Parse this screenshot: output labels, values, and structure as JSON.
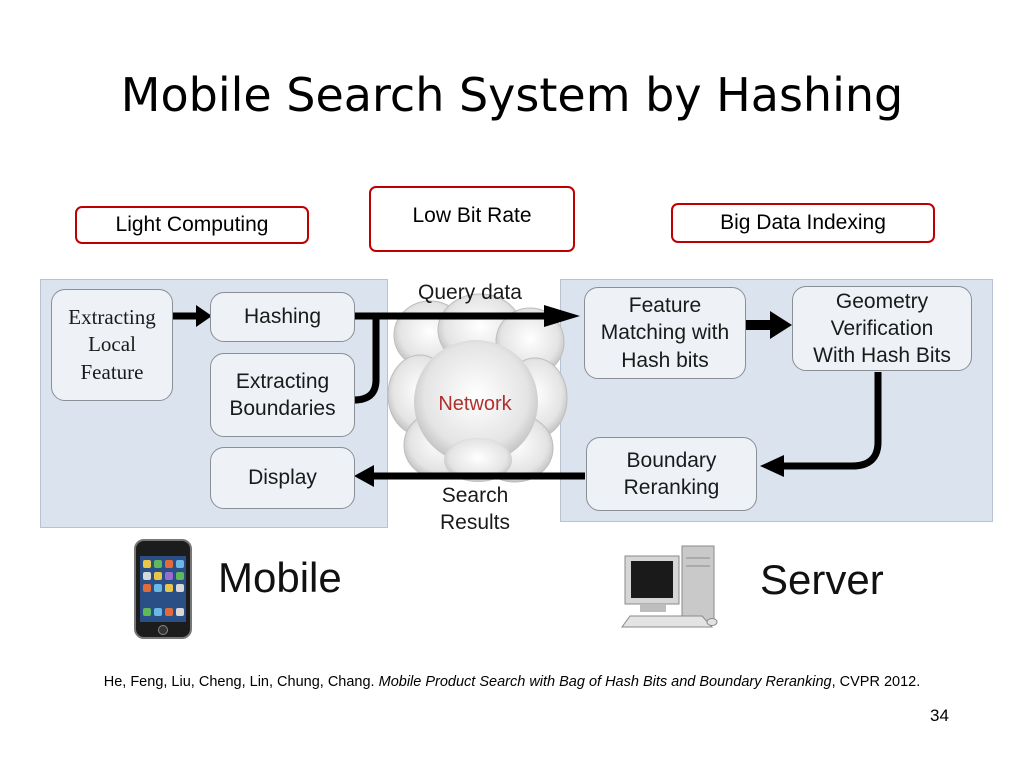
{
  "slide": {
    "title": "Mobile Search System by Hashing",
    "page_number": "34"
  },
  "tags": {
    "light": "Light Computing",
    "lowbit": "Low Bit Rate",
    "bigdata": "Big Data Indexing"
  },
  "mobile_panel": {
    "extract_local": [
      "Extracting",
      "Local",
      "Feature"
    ],
    "hashing": "Hashing",
    "extract_boundaries": [
      "Extracting",
      "Boundaries"
    ],
    "display": "Display"
  },
  "network": {
    "label": "Network",
    "query_label": "Query data",
    "search_results": [
      "Search",
      "Results"
    ]
  },
  "server_panel": {
    "feature_matching": [
      "Feature",
      "Matching with",
      "Hash bits"
    ],
    "geometry": [
      "Geometry",
      "Verification",
      "With Hash Bits"
    ],
    "boundary_reranking": [
      "Boundary",
      "Reranking"
    ]
  },
  "labels": {
    "mobile": "Mobile",
    "server": "Server"
  },
  "citation": {
    "authors": "He, Feng, Liu, Cheng, Lin, Chung, Chang. ",
    "paper": "Mobile Product Search with Bag of Hash Bits and Boundary Reranking",
    "venue": ", CVPR 2012."
  },
  "colors": {
    "tag_border": "#c00000",
    "panel_fill": "#dbe3ee",
    "arrow": "#000000",
    "network_text": "#b03030"
  },
  "icons": [
    "smartphone-icon",
    "desktop-computer-icon",
    "network-cloud-icon"
  ]
}
